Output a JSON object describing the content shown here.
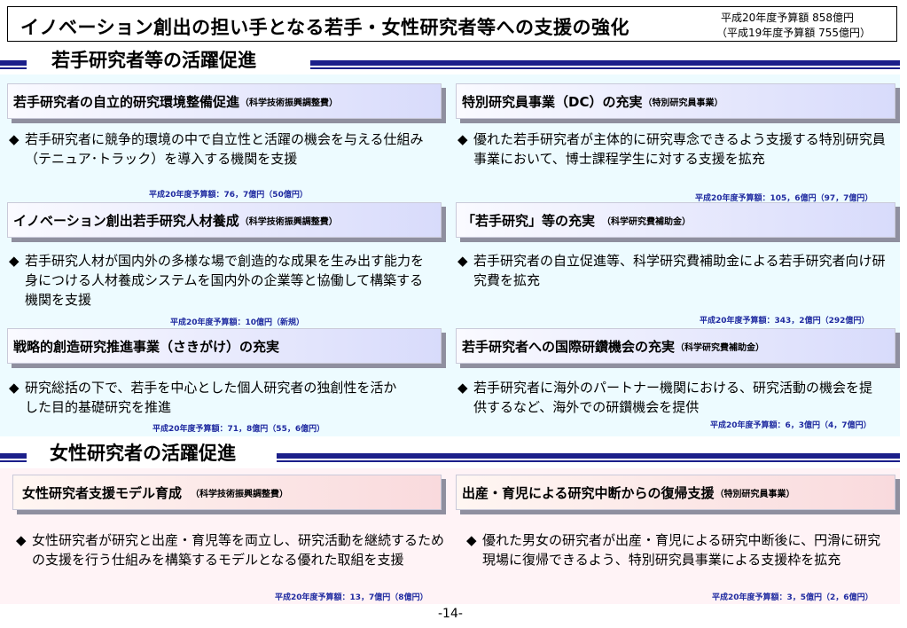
{
  "title": "イノベーション創出の担い手となる若手・女性研究者等への支援の強化",
  "budget": {
    "line1": "平成20年度予算額  858億円",
    "line2": "（平成19年度予算額  755億円）"
  },
  "section_young": {
    "label": "若手研究者等の活躍促進"
  },
  "section_women": {
    "label": "女性研究者の活躍促進"
  },
  "cards": [
    {
      "title": "若手研究者の自立的研究環境整備促進",
      "suffix": "（科学技術振興調整費）",
      "bullet": "◆",
      "body": "若手研究者に競争的環境の中で自立性と活躍の機会を与える仕組み（テニュア･トラック）を導入する機関を支援",
      "budget_note": "平成20年度予算額：76，7億円（50億円）"
    },
    {
      "title": "特別研究員事業（DC）の充実",
      "suffix": "（特別研究員事業）",
      "bullet": "◆",
      "body": "優れた若手研究者が主体的に研究専念できるよう支援する特別研究員事業において、博士課程学生に対する支援を拡充",
      "budget_note": "平成20年度予算額：105，6億円（97，7億円）"
    },
    {
      "title": "イノベーション創出若手研究人材養成",
      "suffix": "（科学技術振興調整費）",
      "bullet": "◆",
      "body": "若手研究人材が国内外の多様な場で創造的な成果を生み出す能力を身につける人材養成システムを国内外の企業等と協働して構築する機関を支援",
      "budget_note": "平成20年度予算額：10億円（新規）"
    },
    {
      "title": "「若手研究」等の充実",
      "suffix": "（科学研究費補助金）",
      "bullet": "◆",
      "body": "若手研究者の自立促進等、科学研究費補助金による若手研究者向け研究費を拡充",
      "budget_note": "平成20年度予算額：343，2億円（292億円）"
    },
    {
      "title": "戦略的創造研究推進事業（さきがけ）の充実",
      "suffix": "",
      "bullet": "◆",
      "body": "研究総括の下で、若手を中心とした個人研究者の独創性を活かした目的基礎研究を推進",
      "budget_note": "平成20年度予算額：71，8億円（55，6億円）"
    },
    {
      "title": "若手研究者への国際研鑽機会の充実",
      "suffix": "（科学研究費補助金）",
      "bullet": "◆",
      "body": "若手研究者に海外のパートナー機関における、研究活動の機会を提供するなど、海外での研鑽機会を提供",
      "budget_note": "平成20年度予算額：6，3億円（4，7億円）"
    },
    {
      "title": "女性研究者支援モデル育成",
      "suffix": "（科学技術振興調整費）",
      "bullet": "◆",
      "body": "女性研究者が研究と出産・育児等を両立し、研究活動を継続するための支援を行う仕組みを構築するモデルとなる優れた取組を支援",
      "budget_note": "平成20年度予算額：13，7億円（8億円）"
    },
    {
      "title": "出産・育児による研究中断からの復帰支援",
      "suffix": "（特別研究員事業）",
      "bullet": "◆",
      "body": "優れた男女の研究者が出産・育児による研究中断後に、円滑に研究現場に復帰できるよう、特別研究員事業による支援枠を拡充",
      "budget_note": "平成20年度予算額：3，5億円（2，6億円）"
    }
  ],
  "page_number": "-14-"
}
